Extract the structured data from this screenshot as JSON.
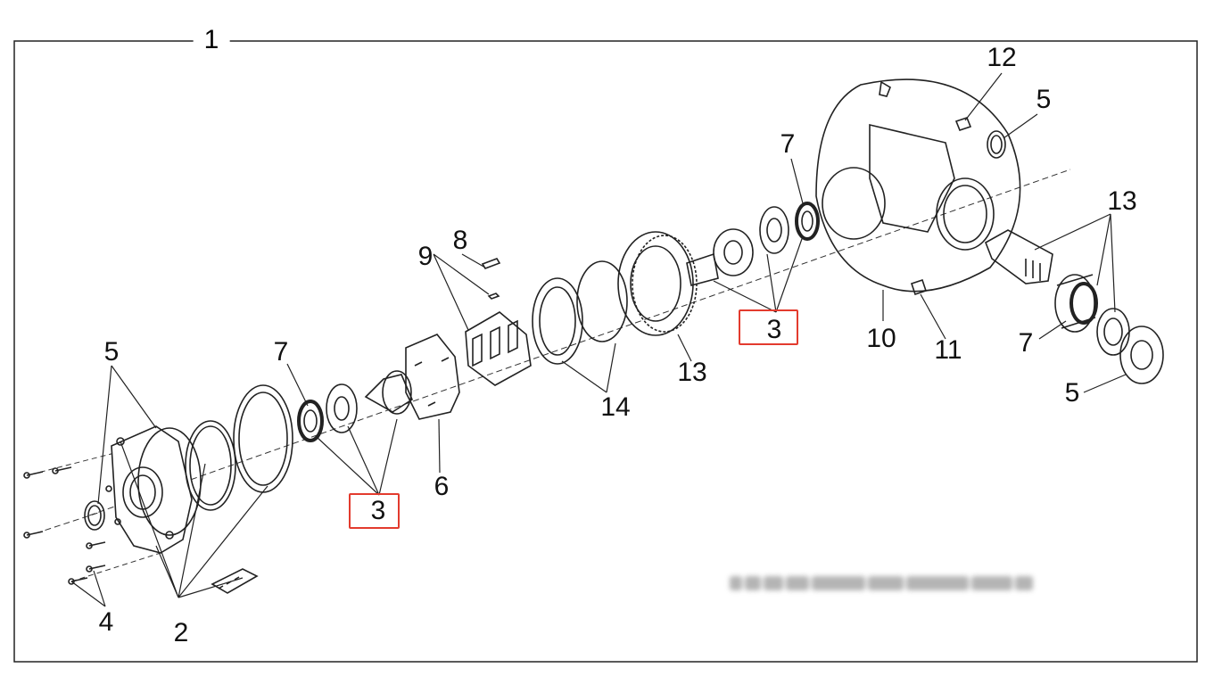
{
  "diagram": {
    "assembly_number": "1",
    "callouts": {
      "c2": "2",
      "c3a": "3",
      "c3b": "3",
      "c4": "4",
      "c5a": "5",
      "c5b": "5",
      "c5c": "5",
      "c6": "6",
      "c7a": "7",
      "c7b": "7",
      "c7c": "7",
      "c8": "8",
      "c9": "9",
      "c10": "10",
      "c11": "11",
      "c12": "12",
      "c13a": "13",
      "c13b": "13",
      "c14": "14"
    },
    "highlight_color": "#e33b2e"
  }
}
